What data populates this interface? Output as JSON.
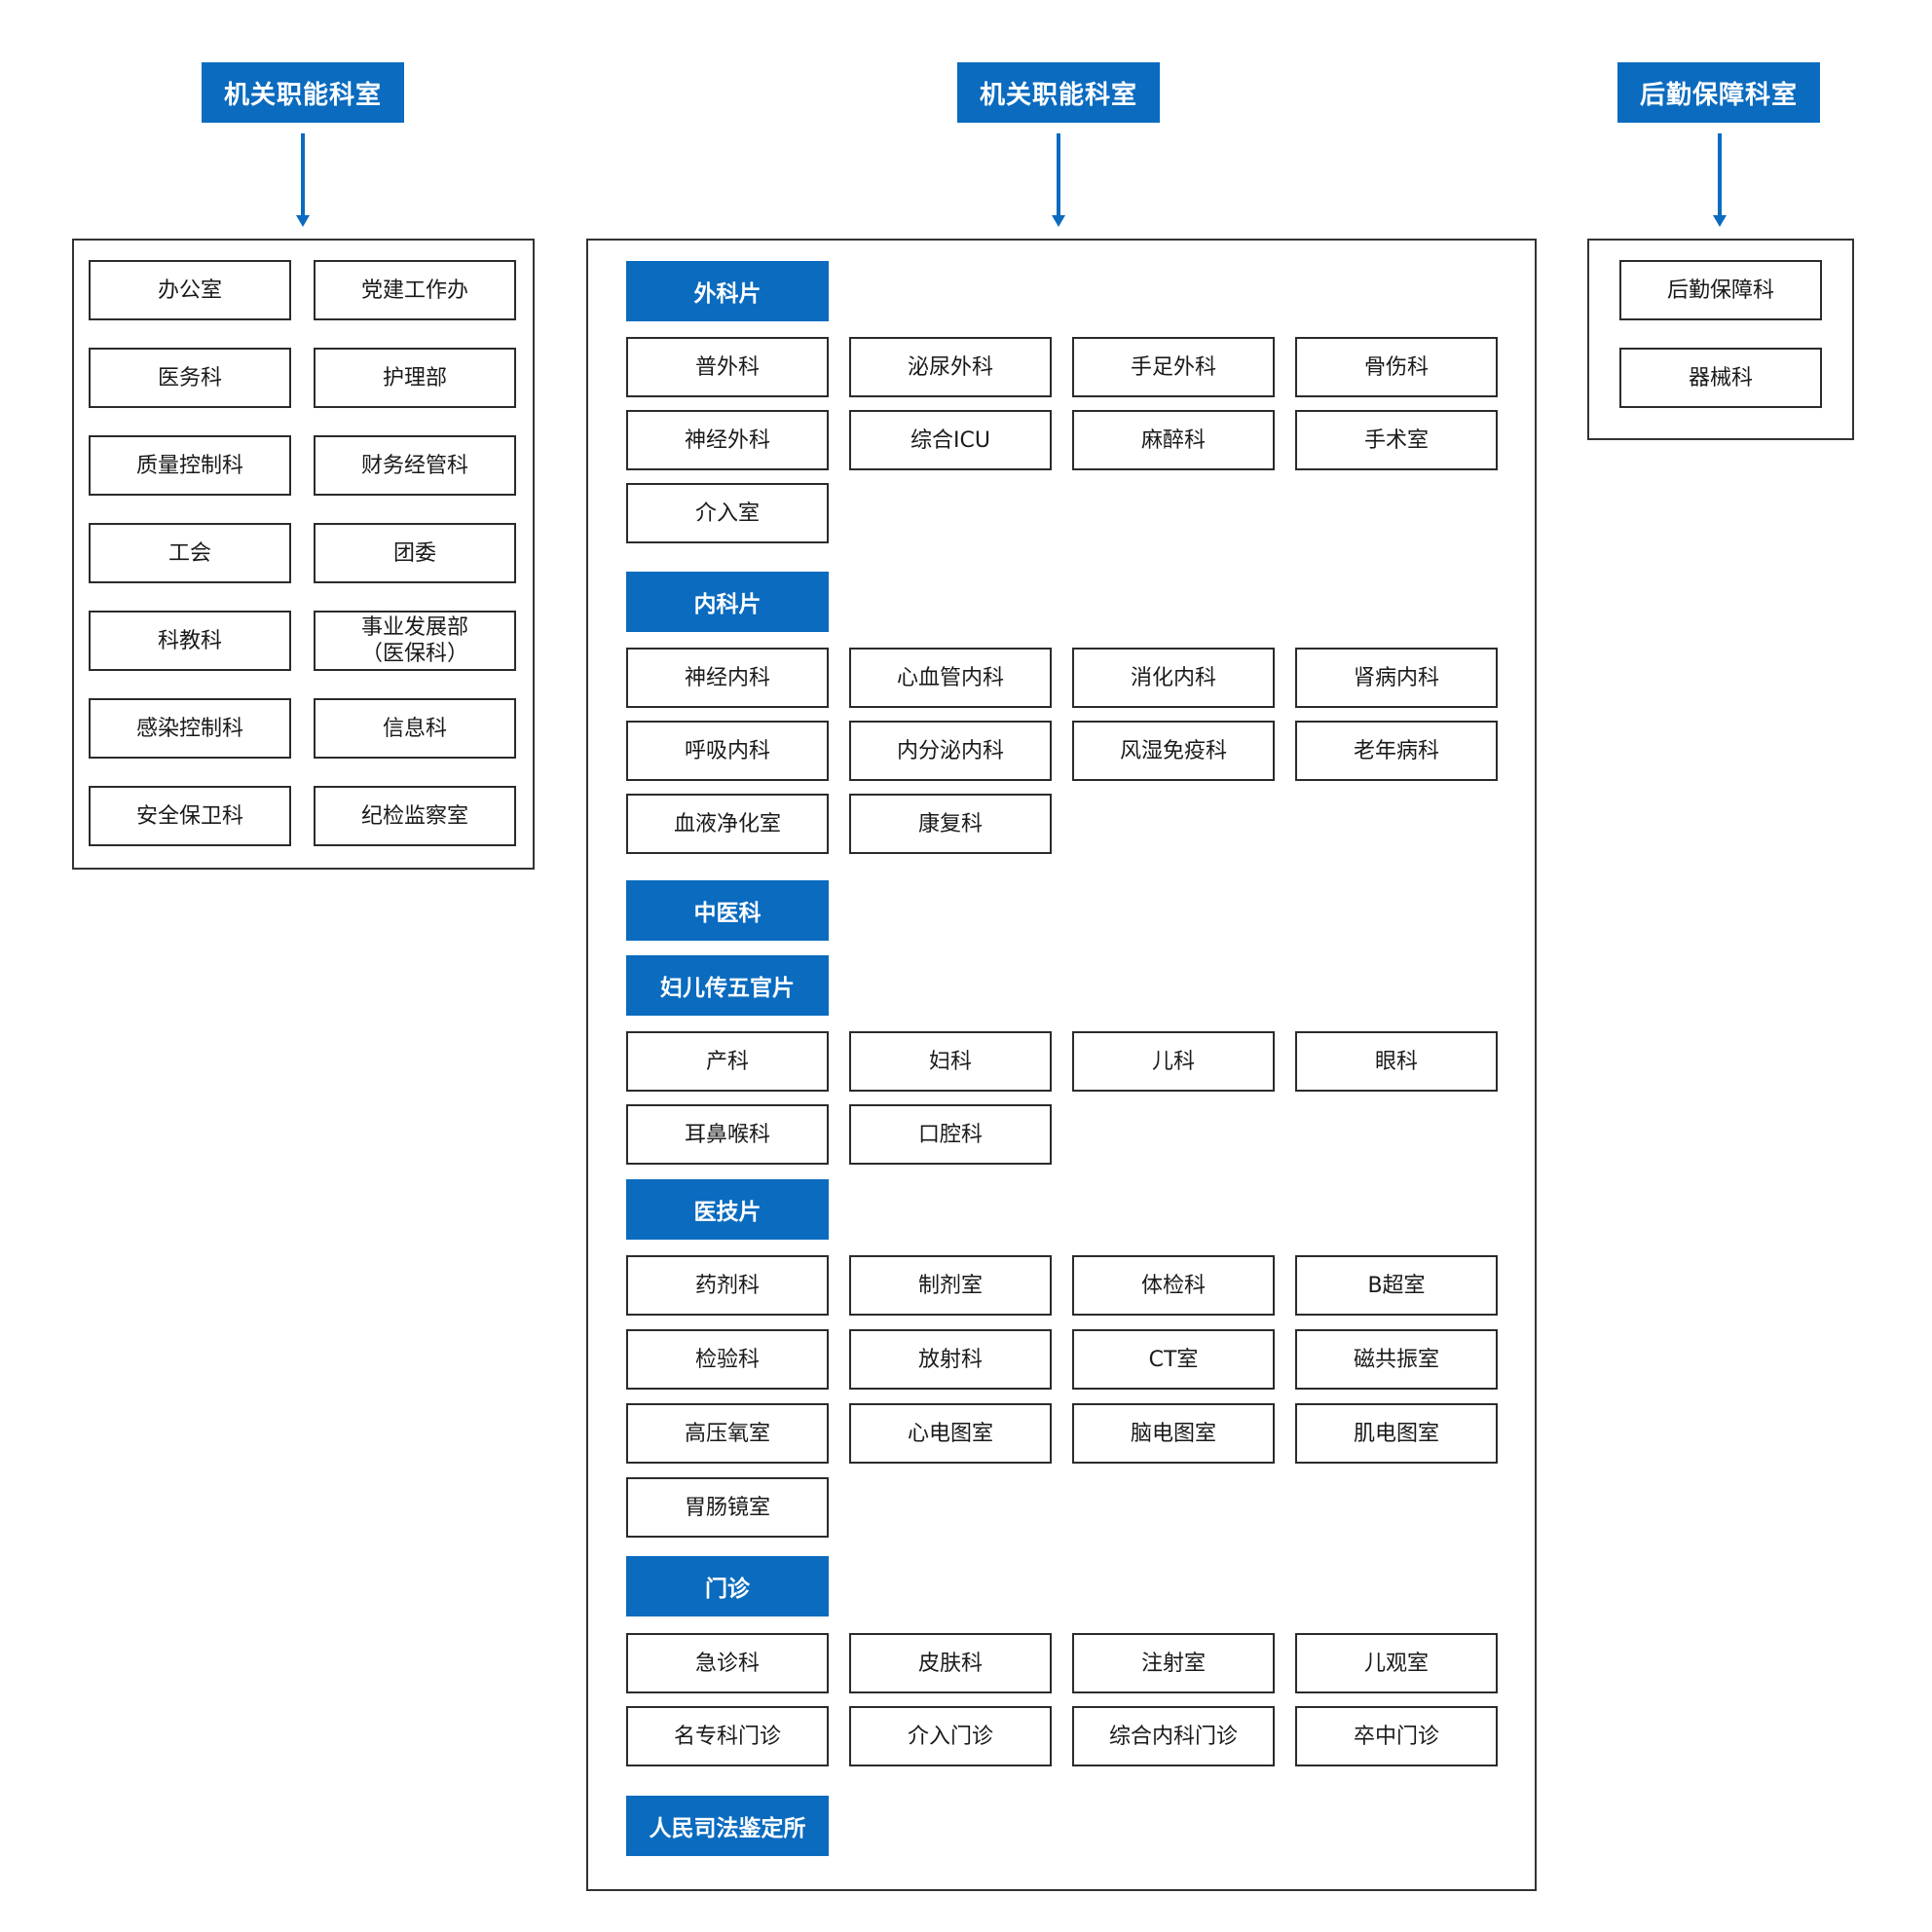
{
  "headers": {
    "left": "机关职能科室",
    "center": "机关职能科室",
    "right": "后勤保障科室"
  },
  "left_panel": {
    "items": [
      "办公室",
      "党建工作办",
      "医务科",
      "护理部",
      "质量控制科",
      "财务经管科",
      "工会",
      "团委",
      "科教科",
      "事业发展部\n（医保科）",
      "感染控制科",
      "信息科",
      "安全保卫科",
      "纪检监察室"
    ]
  },
  "center_panel": {
    "sections": [
      {
        "title": "外科片",
        "items": [
          "普外科",
          "泌尿外科",
          "手足外科",
          "骨伤科",
          "神经外科",
          "综合ICU",
          "麻醉科",
          "手术室",
          "介入室"
        ]
      },
      {
        "title": "内科片",
        "items": [
          "神经内科",
          "心血管内科",
          "消化内科",
          "肾病内科",
          "呼吸内科",
          "内分泌内科",
          "风湿免疫科",
          "老年病科",
          "血液净化室",
          "康复科"
        ]
      },
      {
        "title": "中医科",
        "items": []
      },
      {
        "title": "妇儿传五官片",
        "items": [
          "产科",
          "妇科",
          "儿科",
          "眼科",
          "耳鼻喉科",
          "口腔科"
        ]
      },
      {
        "title": "医技片",
        "items": [
          "药剂科",
          "制剂室",
          "体检科",
          "B超室",
          "检验科",
          "放射科",
          "CT室",
          "磁共振室",
          "高压氧室",
          "心电图室",
          "脑电图室",
          "肌电图室",
          "胃肠镜室"
        ]
      },
      {
        "title": "门诊",
        "items": [
          "急诊科",
          "皮肤科",
          "注射室",
          "儿观室",
          "名专科门诊",
          "介入门诊",
          "综合内科门诊",
          "卒中门诊"
        ]
      },
      {
        "title": "人民司法鉴定所",
        "items": []
      }
    ]
  },
  "right_panel": {
    "items": [
      "后勤保障科",
      "器械科"
    ]
  },
  "colors": {
    "accent": "#0a6bbf",
    "box_border": "#2b2b2b",
    "panel_border": "#333333"
  }
}
